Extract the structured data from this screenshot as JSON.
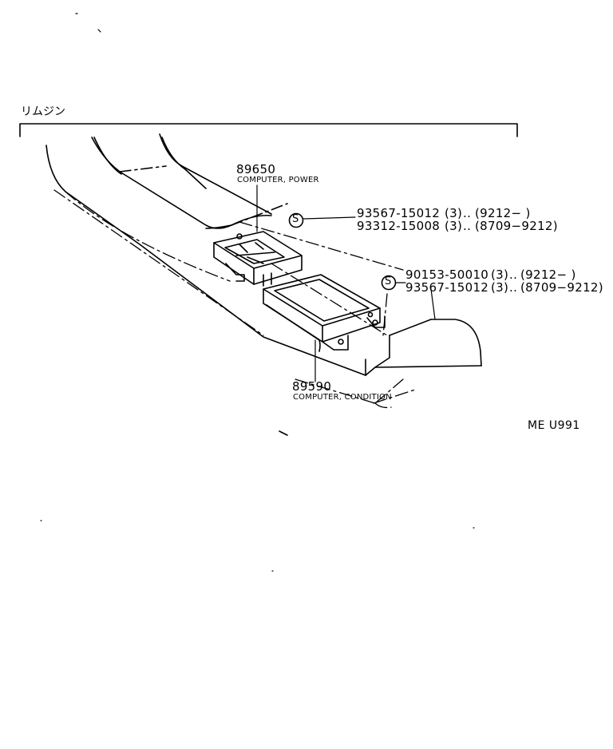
{
  "header_label": "リムジン",
  "parts": {
    "power_computer": {
      "number": "89650",
      "name": "COMPUTER, POWER"
    },
    "condition_computer": {
      "number": "89590",
      "name": "COMPUTER, CONDITION"
    }
  },
  "screw_groups": [
    {
      "symbol": "S",
      "lines": [
        {
          "part": "93567-15012",
          "qty": "(3)",
          "sep": "..",
          "range": "(9212−       )"
        },
        {
          "part": "93312-15008",
          "qty": "(3)",
          "sep": "..",
          "range": "(8709−9212)"
        }
      ]
    },
    {
      "symbol": "S",
      "lines": [
        {
          "part": "90153-50010",
          "qty": "(3)",
          "sep": "..",
          "range": "(9212−       )"
        },
        {
          "part": "93567-15012",
          "qty": "(3)",
          "sep": "..",
          "range": "(8709−9212)"
        }
      ]
    }
  ],
  "diagram_code": "ME U991"
}
